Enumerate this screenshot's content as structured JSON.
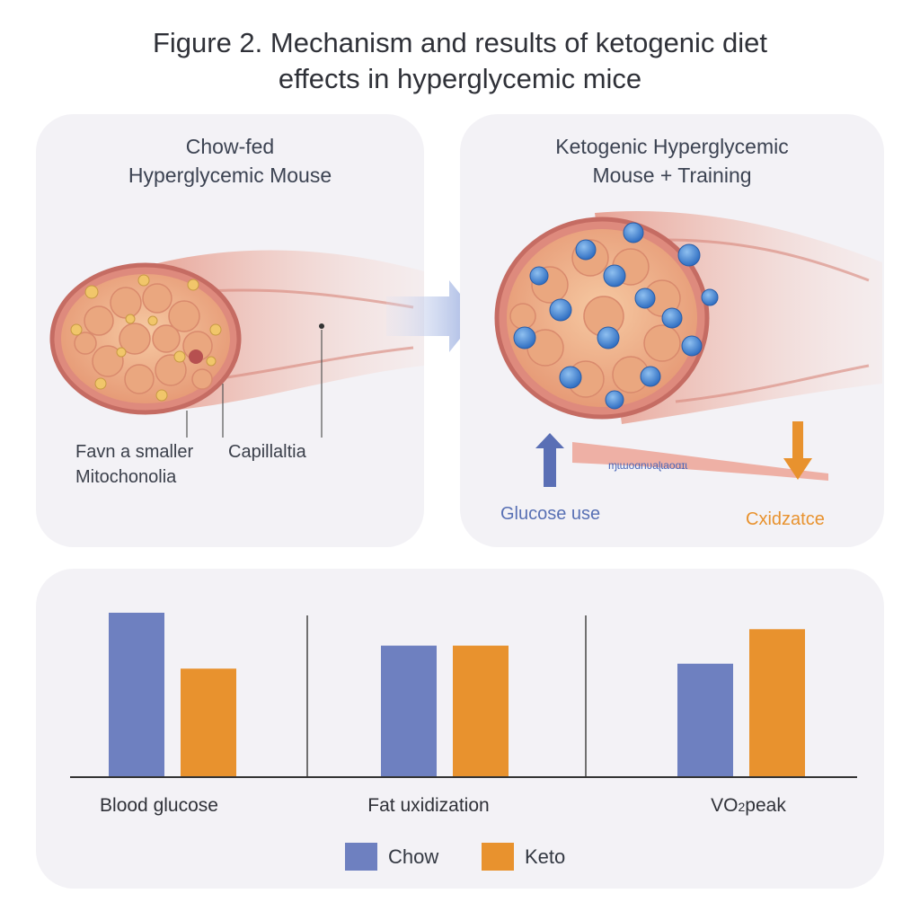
{
  "figure": {
    "title_line1": "Figure 2. Mechanism and results of ketogenic diet",
    "title_line2": "effects in hyperglycemic mice"
  },
  "left_panel": {
    "title_line1": "Chow-fed",
    "title_line2": "Hyperglycemic Mouse",
    "label_mito_line1": "Favn a smaller",
    "label_mito_line2": "Mitochonolia",
    "label_capillaries": "Capillaltia"
  },
  "right_panel": {
    "title_line1": "Ketogenic Hyperglycemic",
    "title_line2": "Mouse + Training",
    "label_glucose": "Glucose use",
    "label_oxidation": "Cxidzatce",
    "vessel_text": "ɱɩɯoɑnʋaɭɩaoɑɪɩ"
  },
  "colors": {
    "chow": "#6e80c0",
    "keto": "#e8922e",
    "panel_bg": "#f3f2f6",
    "muscle": "#e59a8c",
    "mito_blue": "#3f7fd0"
  },
  "chart_data": {
    "type": "bar",
    "categories": [
      "Blood glucose",
      "Fat uxidization",
      "VO2peak"
    ],
    "series": [
      {
        "name": "Chow",
        "values": [
          1.0,
          0.8,
          0.69
        ]
      },
      {
        "name": "Keto",
        "values": [
          0.66,
          0.8,
          0.9
        ]
      }
    ],
    "ylim": [
      0,
      1
    ],
    "axis_labels": false,
    "legend_position": "bottom-center"
  },
  "legend": {
    "chow_label": "Chow",
    "keto_label": "Keto"
  },
  "category_labels": {
    "c1": "Blood glucose",
    "c2": "Fat uxidization",
    "c3_main": "VO",
    "c3_sub": "2",
    "c3_tail": "peak"
  }
}
